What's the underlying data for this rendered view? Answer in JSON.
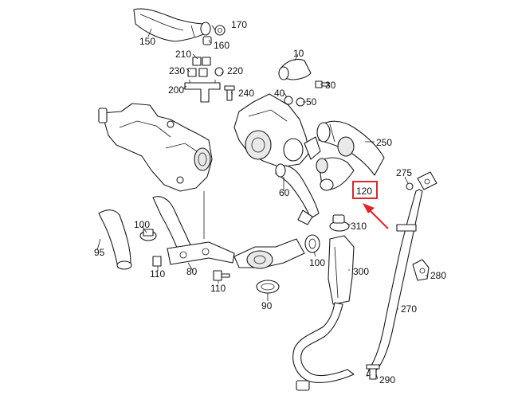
{
  "diagram": {
    "callouts": [
      "150",
      "170",
      "160",
      "210",
      "230",
      "220",
      "200",
      "240",
      "10",
      "30",
      "40",
      "50",
      "250",
      "275",
      "120",
      "60",
      "310",
      "100",
      "95",
      "110",
      "80",
      "110",
      "90",
      "100",
      "300",
      "280",
      "270",
      "290"
    ],
    "highlight": {
      "label": "120",
      "color": "#e0262b"
    }
  }
}
